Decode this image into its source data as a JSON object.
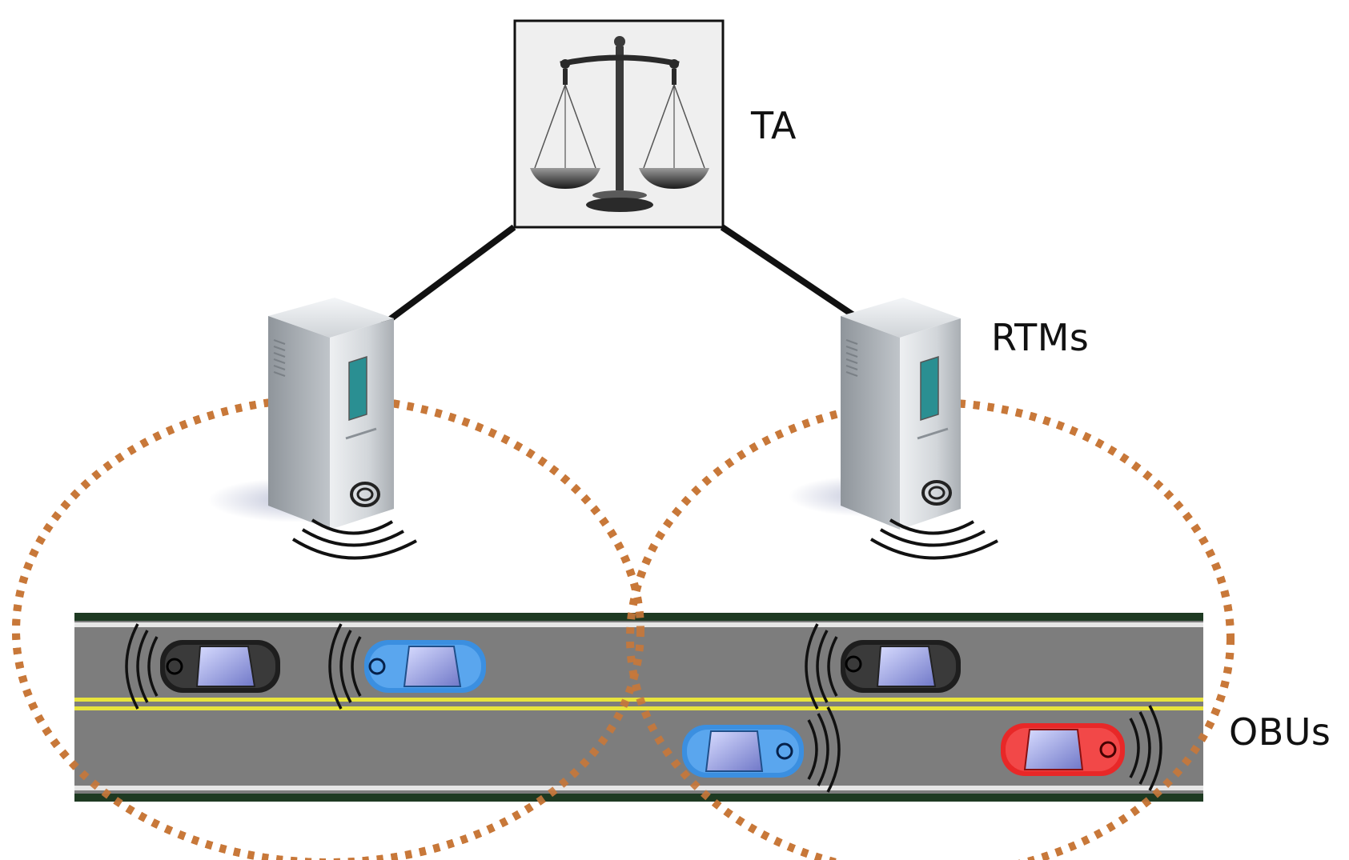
{
  "labels": {
    "ta": "TA",
    "rtms": "RTMs",
    "obus": "OBUs"
  },
  "colors": {
    "coverage": "#c8783a",
    "road": "#7a7a7a",
    "lane_divider": "#e8e43c",
    "link": "#111111",
    "car_black": "#1e1e1e",
    "car_blue": "#3b8fe0",
    "car_red": "#e82828",
    "server_body": "#d4d8dc",
    "server_panel": "#2a8f92"
  },
  "icons": {
    "authority": "justice-scales-icon",
    "server": "server-tower-icon",
    "vehicle": "car-icon",
    "signal": "wireless-signal-icon"
  }
}
